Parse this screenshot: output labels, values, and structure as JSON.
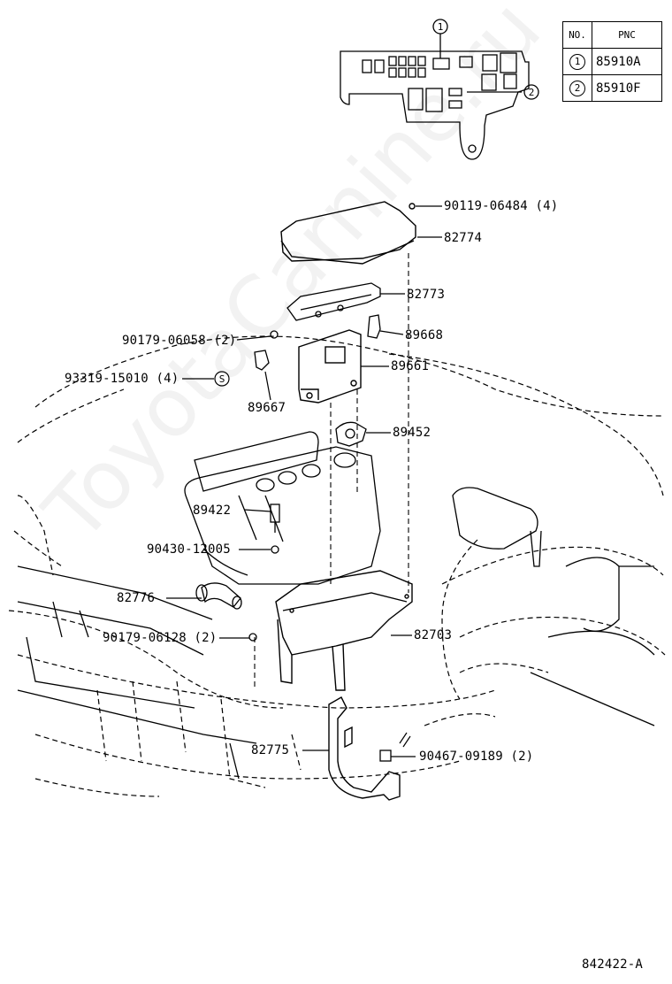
{
  "watermark": "ToyotaCarnine.ru",
  "table": {
    "headers": [
      "NO.",
      "PNC"
    ],
    "rows": [
      {
        "no": "1",
        "pnc": "85910A"
      },
      {
        "no": "2",
        "pnc": "85910F"
      }
    ]
  },
  "callouts": [
    "1",
    "2"
  ],
  "labels": {
    "p90119": "90119-06484 (4)",
    "p82774": "82774",
    "p82773": "82773",
    "p90179a": "90179-06058 (2)",
    "p89668": "89668",
    "p93319": "93319-15010 (4)",
    "p89661": "89661",
    "p89667": "89667",
    "p89452": "89452",
    "p89422": "89422",
    "p90430": "90430-12005",
    "p82776": "82776",
    "p90179b": "90179-06128 (2)",
    "p82703": "82703",
    "p82775": "82775",
    "p90467": "90467-09189 (2)"
  },
  "s_marker": "S",
  "figure_code": "842422-A"
}
